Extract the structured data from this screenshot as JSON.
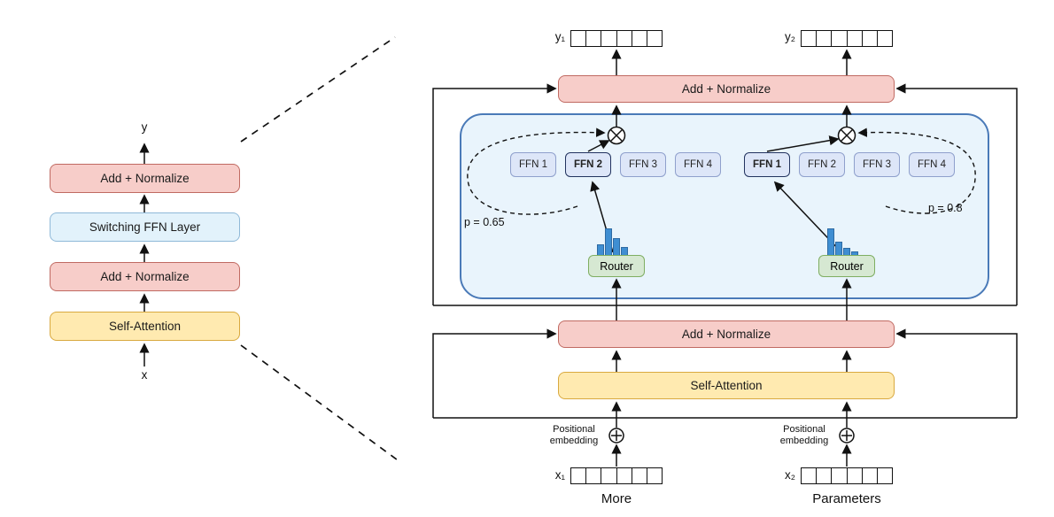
{
  "left_stack": {
    "output_label": "y",
    "input_label": "x",
    "boxes": [
      {
        "label": "Add + Normalize"
      },
      {
        "label": "Switching FFN Layer"
      },
      {
        "label": "Add + Normalize"
      },
      {
        "label": "Self-Attention"
      }
    ]
  },
  "detail": {
    "top_add_normalize": "Add + Normalize",
    "bottom_add_normalize": "Add + Normalize",
    "self_attention": "Self-Attention",
    "outputs": {
      "left": {
        "label": "y₁",
        "cells": 6
      },
      "right": {
        "label": "y₂",
        "cells": 6
      }
    },
    "inputs": {
      "left": {
        "label": "x₁",
        "cells": 6,
        "caption": "More",
        "pos_embedding": "Positional embedding"
      },
      "right": {
        "label": "x₂",
        "cells": 6,
        "caption": "Parameters",
        "pos_embedding": "Positional embedding"
      }
    },
    "experts_left": {
      "ffns": [
        "FFN 1",
        "FFN 2",
        "FFN 3",
        "FFN 4"
      ],
      "selected_index": 1,
      "probability": "p = 0.65",
      "router_label": "Router",
      "histogram": [
        12,
        30,
        19,
        9
      ]
    },
    "experts_right": {
      "ffns": [
        "FFN 1",
        "FFN 2",
        "FFN 3",
        "FFN 4"
      ],
      "selected_index": 0,
      "probability": "p = 0.8",
      "router_label": "Router",
      "histogram": [
        30,
        15,
        8,
        4
      ]
    }
  },
  "colors": {
    "add_normalize": "#f7cdc9",
    "self_attention": "#ffeab0",
    "switch_layer": "#e2f2fb",
    "moe_container": "#e9f4fc",
    "moe_border": "#4a7ab8",
    "ffn": "#dde6f8",
    "router": "#d6e8d2",
    "histogram": "#3f8ed2"
  }
}
